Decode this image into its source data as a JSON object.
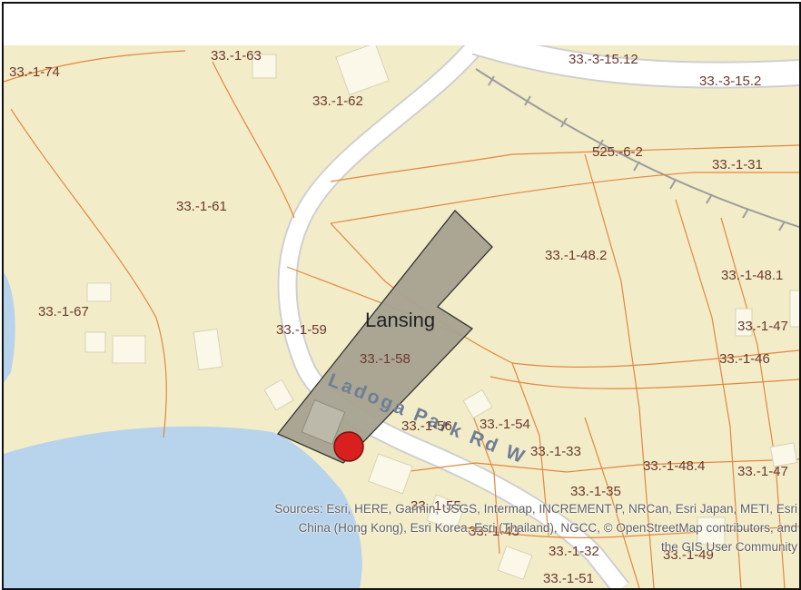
{
  "map": {
    "colors": {
      "land": "#f3ecc9",
      "water": "#b8d3ec",
      "road": "#ffffff",
      "parcel_line": "#e2873f",
      "selected_parcel": "#a6a291",
      "marker": "#d8211f"
    },
    "town_label": "Lansing",
    "road_label": "Ladoga Park Rd W",
    "parcels": [
      "33.-1-74",
      "33.-1-63",
      "33.-3-15.12",
      "33.-3-15.2",
      "33.-1-62",
      "525.-6-2",
      "33.-1-31",
      "33.-1-61",
      "33.-1-48.2",
      "33.-1-48.1",
      "33.-1-67",
      "33.-1-59",
      "33.-1-47",
      "33.-1-58",
      "33.-1-46",
      "33.-1-56",
      "33.-1-54",
      "33.-1-33",
      "33.-1-48.4",
      "33.-1-47",
      "33.-1-35",
      "33.-1-55",
      "33.-1-43",
      "33.-1-32",
      "33.-1-49",
      "33.-1-51"
    ],
    "marker_icon": "location-dot-icon"
  },
  "attribution": {
    "line1": "Sources: Esri, HERE, Garmin, USGS, Intermap, INCREMENT P, NRCan, Esri Japan, METI, Esri",
    "line2": "China (Hong Kong), Esri Korea, Esri (Thailand), NGCC, © OpenStreetMap contributors, and",
    "line3": "the GIS User Community"
  }
}
